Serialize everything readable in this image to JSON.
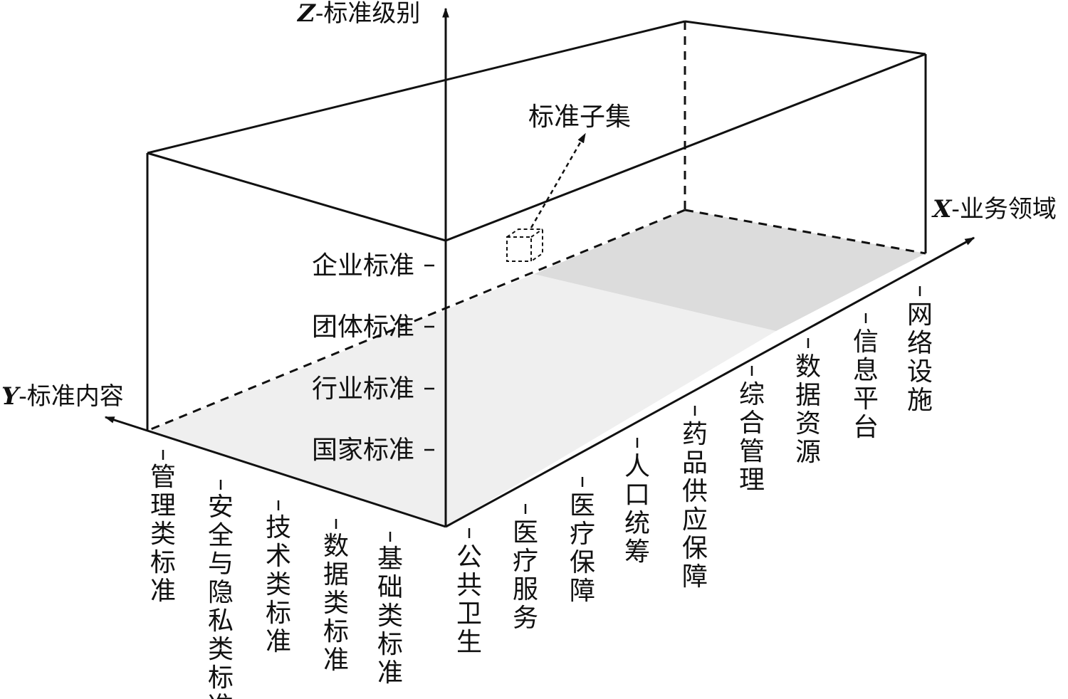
{
  "axes": {
    "z": {
      "letter": "Z",
      "name": "-标准级别"
    },
    "x": {
      "letter": "X",
      "name": "-业务领域"
    },
    "y": {
      "letter": "Y",
      "name": "-标准内容"
    }
  },
  "subset_label": "标准子集",
  "z_levels": [
    "企业标准",
    "团体标准",
    "行业标准",
    "国家标准"
  ],
  "y_categories": [
    "管理类标准",
    "安全与隐私类标准",
    "技术类标准",
    "数据类标准",
    "基础类标准"
  ],
  "x_categories": [
    "公共卫生",
    "医疗服务",
    "医疗保障",
    "人口统筹",
    "药品供应保障",
    "综合管理",
    "数据资源",
    "信息平台",
    "网络设施"
  ],
  "colors": {
    "line": "#111111",
    "floor_light": "#efefef",
    "floor_dark": "#dcdcdc"
  }
}
